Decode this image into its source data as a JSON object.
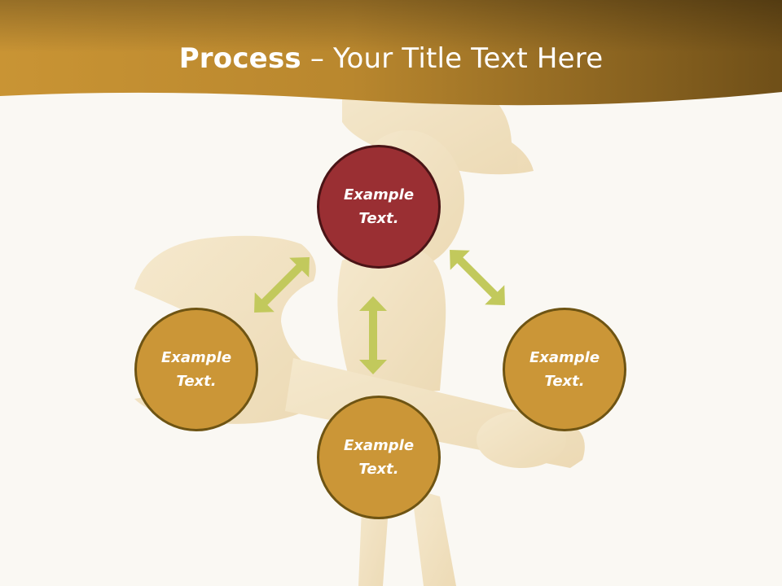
{
  "slide": {
    "title_bold": "Process",
    "title_rest": " – Your Title Text Here"
  },
  "diagram": {
    "nodes": [
      {
        "id": "top",
        "line1": "Example",
        "line2": "Text.",
        "color": "#9a2f33"
      },
      {
        "id": "left",
        "line1": "Example",
        "line2": "Text.",
        "color": "#cb9637"
      },
      {
        "id": "right",
        "line1": "Example",
        "line2": "Text.",
        "color": "#cb9637"
      },
      {
        "id": "bottom",
        "line1": "Example",
        "line2": "Text.",
        "color": "#cb9637"
      }
    ],
    "arrow_color": "#c2c95c"
  },
  "colors": {
    "header_left": "#c79233",
    "header_right": "#6f4f18",
    "background": "#faf8f3",
    "figure": "#e6c98a"
  }
}
